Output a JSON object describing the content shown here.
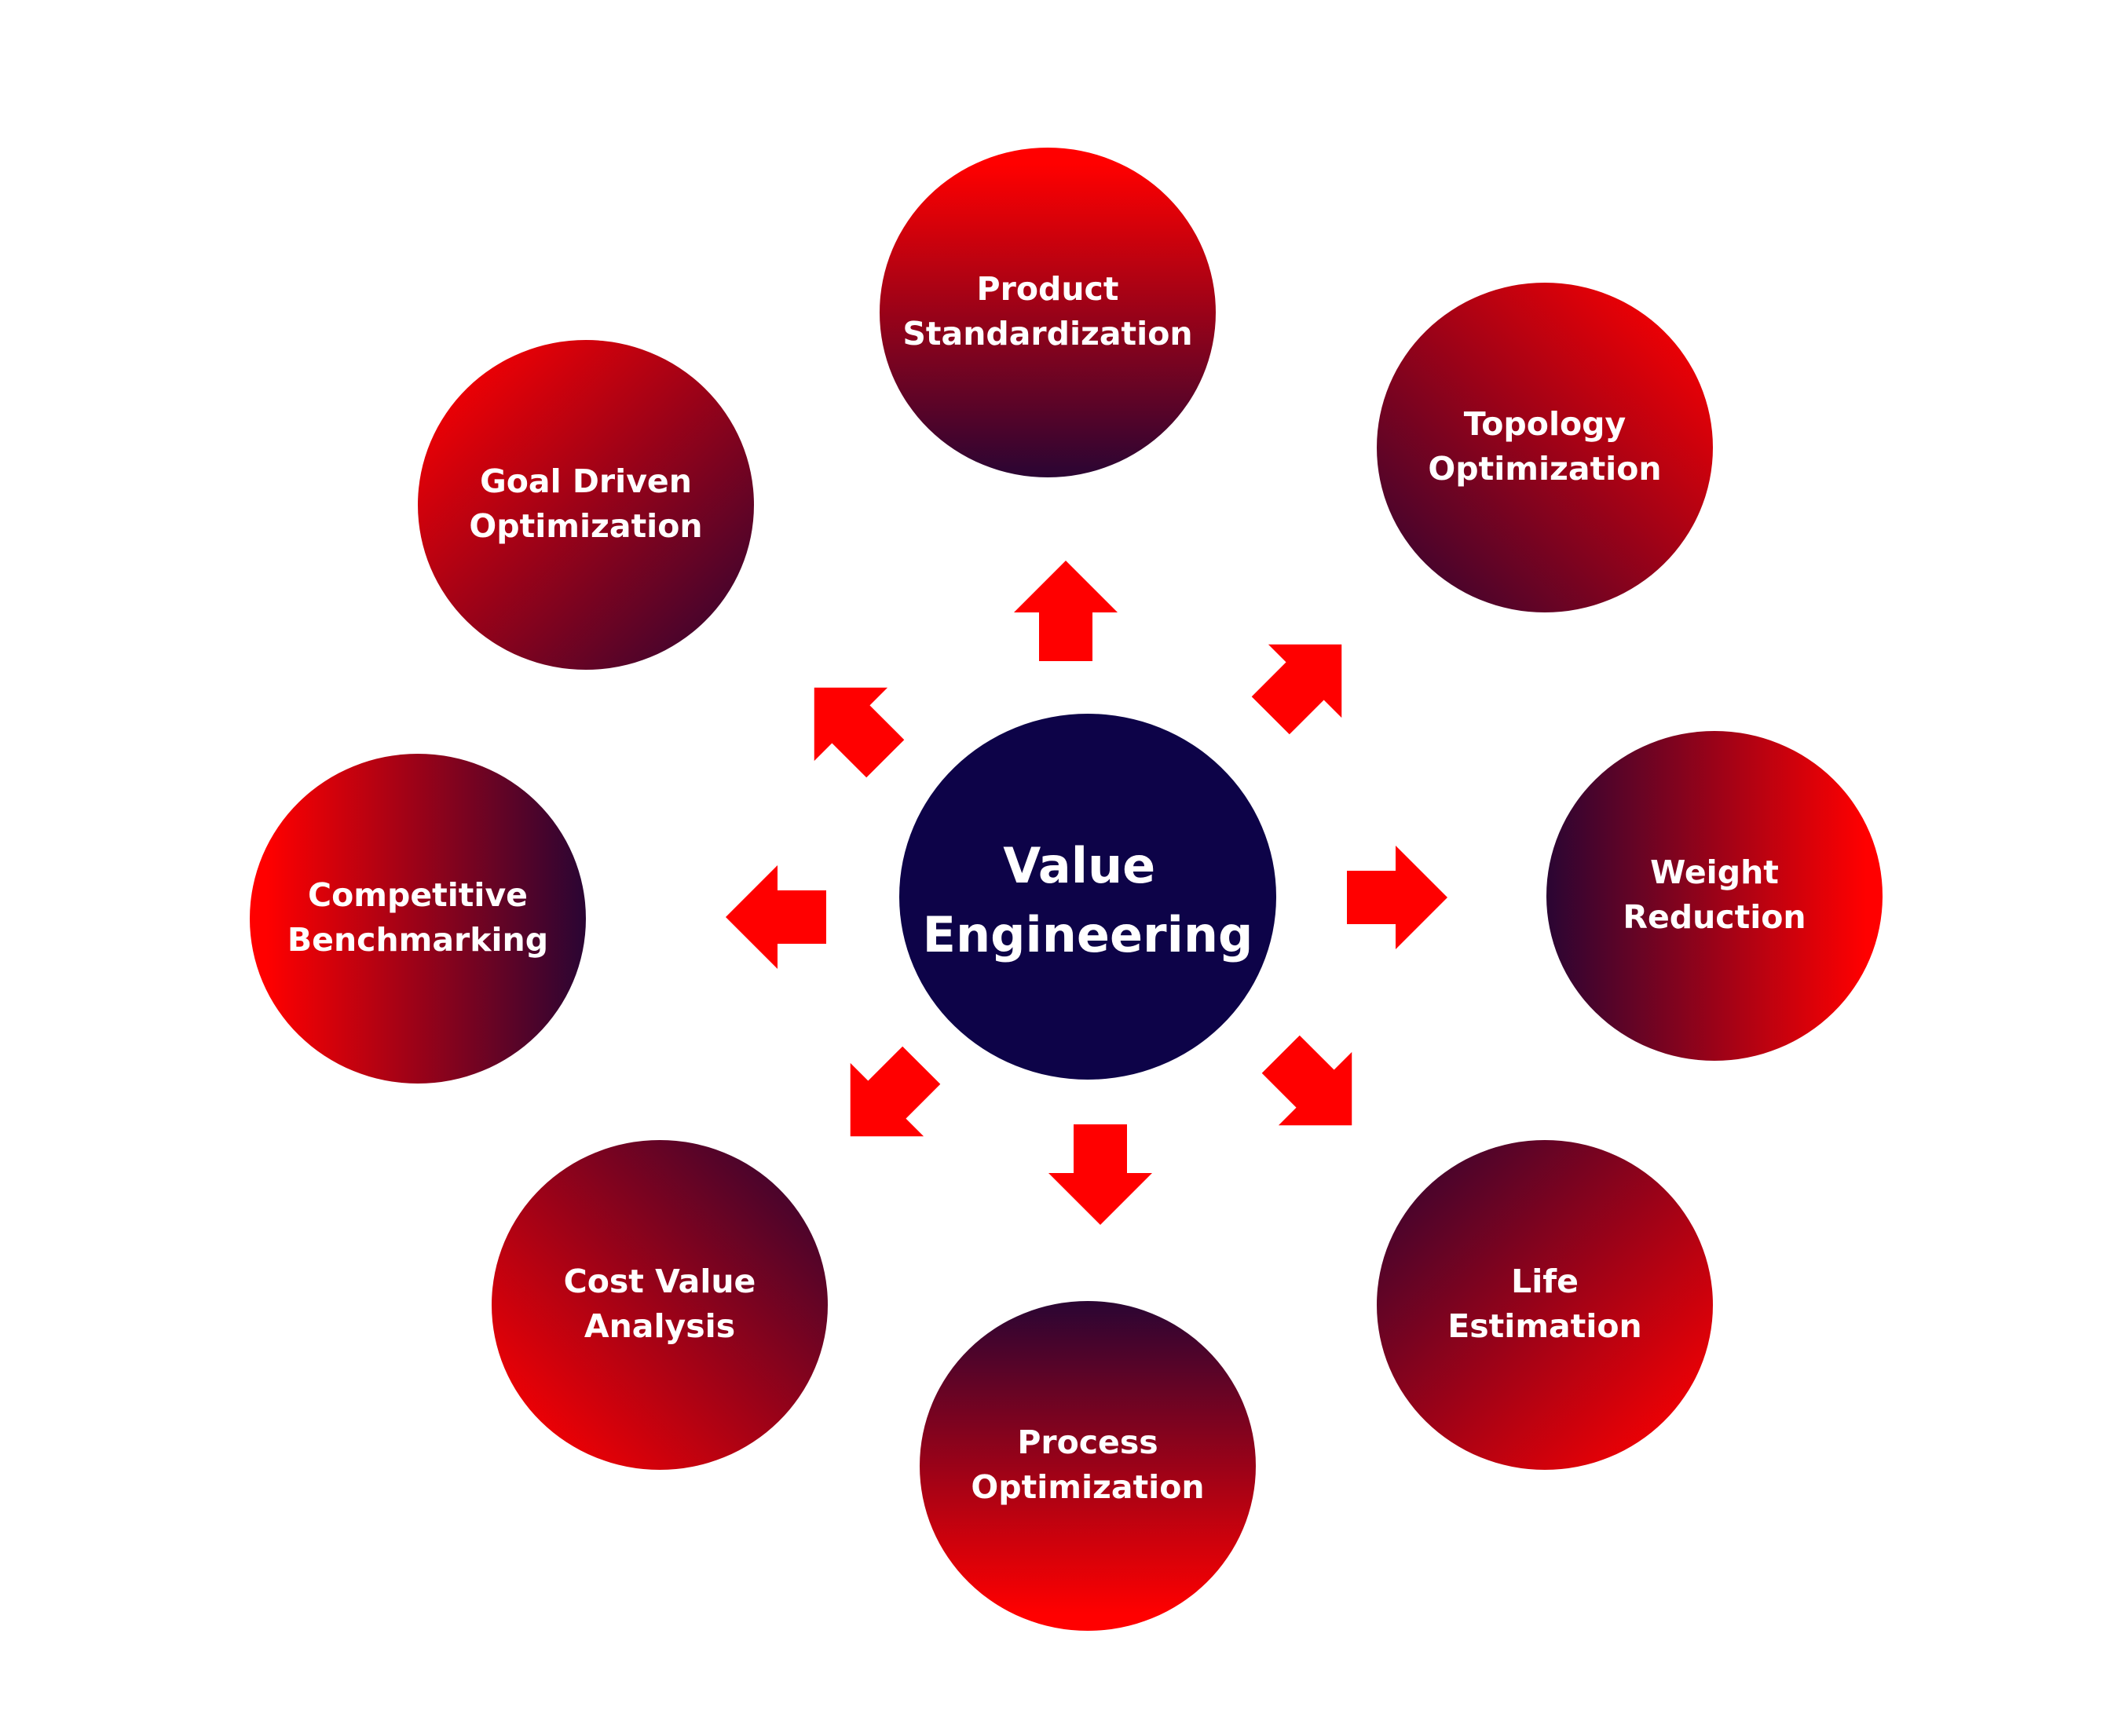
{
  "center": {
    "label_lines": [
      "Value",
      "Engineering"
    ]
  },
  "nodes": [
    {
      "id": "product-standardization",
      "label_lines": [
        "Product",
        "Standardization"
      ]
    },
    {
      "id": "topology-optimization",
      "label_lines": [
        "Topology",
        "Optimization"
      ]
    },
    {
      "id": "weight-reduction",
      "label_lines": [
        "Weight",
        "Reduction"
      ]
    },
    {
      "id": "life-estimation",
      "label_lines": [
        "Life",
        "Estimation"
      ]
    },
    {
      "id": "process-optimization",
      "label_lines": [
        "Process",
        "Optimization"
      ]
    },
    {
      "id": "cost-value-analysis",
      "label_lines": [
        "Cost Value",
        "Analysis"
      ]
    },
    {
      "id": "competitive-benchmarking",
      "label_lines": [
        "Competitive",
        "Benchmarking"
      ]
    },
    {
      "id": "goal-driven-optimization",
      "label_lines": [
        "Goal Driven",
        "Optimization"
      ]
    }
  ],
  "colors": {
    "background": "#ffffff",
    "center_fill": "#0d0348",
    "node_red": "#ff0000",
    "node_dark": "#2a0533",
    "arrow": "#ff0000",
    "text": "#ffffff"
  }
}
